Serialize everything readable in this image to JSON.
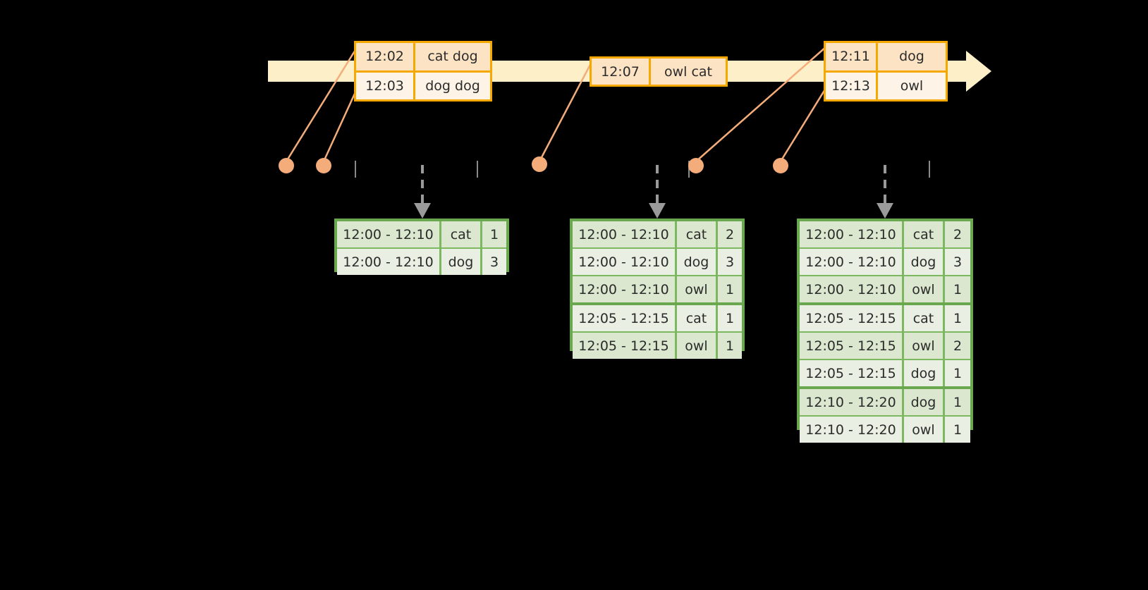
{
  "timeline": {
    "name": "event-stream-timeline",
    "direction": "left-to-right",
    "event_boxes": [
      {
        "id": "evt-box-1",
        "rows": [
          {
            "time": "12:02",
            "text": "cat dog"
          },
          {
            "time": "12:03",
            "text": "dog dog"
          }
        ]
      },
      {
        "id": "evt-box-2",
        "rows": [
          {
            "time": "12:07",
            "text": "owl cat"
          }
        ]
      },
      {
        "id": "evt-box-3",
        "rows": [
          {
            "time": "12:11",
            "text": "dog"
          },
          {
            "time": "12:13",
            "text": "owl"
          }
        ]
      }
    ],
    "markers": [
      {
        "label": "12:02"
      },
      {
        "label": "12:03"
      },
      {
        "label": "12:07"
      },
      {
        "label": "12:11"
      },
      {
        "label": "12:13"
      }
    ]
  },
  "results": [
    {
      "id": "res-table-1",
      "groups": [
        {
          "rows": [
            {
              "window": "12:00 - 12:10",
              "key": "cat",
              "count": "1"
            },
            {
              "window": "12:00 - 12:10",
              "key": "dog",
              "count": "3"
            }
          ]
        }
      ]
    },
    {
      "id": "res-table-2",
      "groups": [
        {
          "rows": [
            {
              "window": "12:00 - 12:10",
              "key": "cat",
              "count": "2"
            },
            {
              "window": "12:00 - 12:10",
              "key": "dog",
              "count": "3"
            },
            {
              "window": "12:00 - 12:10",
              "key": "owl",
              "count": "1"
            }
          ]
        },
        {
          "rows": [
            {
              "window": "12:05 - 12:15",
              "key": "cat",
              "count": "1"
            },
            {
              "window": "12:05 - 12:15",
              "key": "owl",
              "count": "1"
            }
          ]
        }
      ]
    },
    {
      "id": "res-table-3",
      "groups": [
        {
          "rows": [
            {
              "window": "12:00 - 12:10",
              "key": "cat",
              "count": "2"
            },
            {
              "window": "12:00 - 12:10",
              "key": "dog",
              "count": "3"
            },
            {
              "window": "12:00 - 12:10",
              "key": "owl",
              "count": "1"
            }
          ]
        },
        {
          "rows": [
            {
              "window": "12:05 - 12:15",
              "key": "cat",
              "count": "1"
            },
            {
              "window": "12:05 - 12:15",
              "key": "owl",
              "count": "2"
            },
            {
              "window": "12:05 - 12:15",
              "key": "dog",
              "count": "1"
            }
          ]
        },
        {
          "rows": [
            {
              "window": "12:10 - 12:20",
              "key": "dog",
              "count": "1"
            },
            {
              "window": "12:10 - 12:20",
              "key": "owl",
              "count": "1"
            }
          ]
        }
      ]
    }
  ],
  "colors": {
    "timeline_fill": "#fdf0c9",
    "event_border": "#f5a800",
    "event_shade_a": "#fce3c4",
    "event_shade_b": "#fdf3e6",
    "dot": "#f4ad7a",
    "leader_line": "#f4ad7a",
    "table_border": "#6aa84f",
    "table_row_odd": "#dbe7cf",
    "table_row_even": "#e9efe2",
    "dashed_arrow": "#9a9a9a",
    "background": "#000000"
  }
}
